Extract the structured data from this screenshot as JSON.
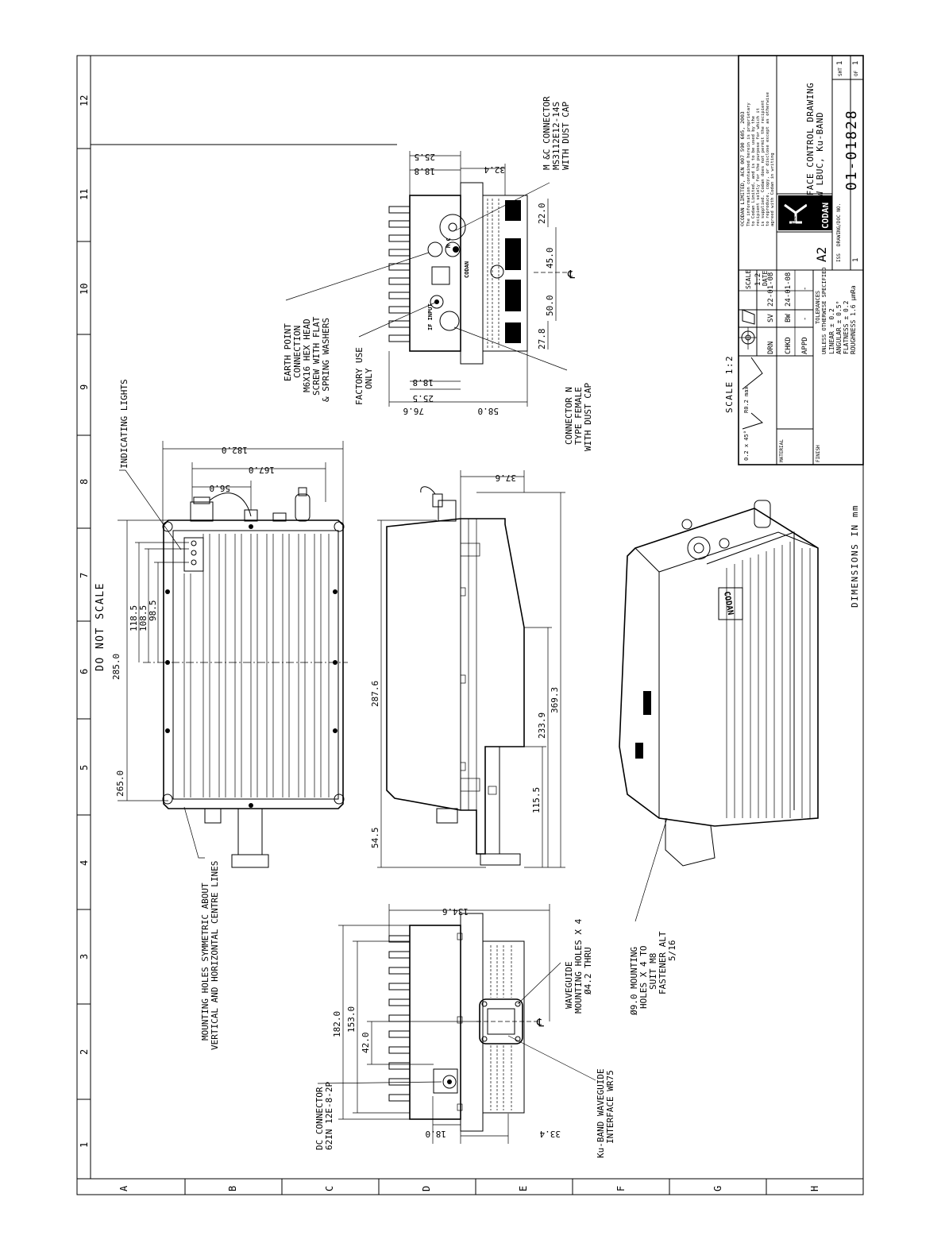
{
  "border": {
    "numbers": [
      "1",
      "2",
      "3",
      "4",
      "5",
      "6",
      "7",
      "8",
      "9",
      "10",
      "11",
      "12"
    ],
    "letters": [
      "A",
      "B",
      "C",
      "D",
      "E",
      "F",
      "G",
      "H"
    ]
  },
  "notes": {
    "do_not_scale": "DO NOT SCALE",
    "dimensions": "DIMENSIONS IN mm",
    "scale_note": "SCALE  1:2",
    "centre_symbol": "℄"
  },
  "top_view": {
    "dims": [
      "285.0",
      "265.0",
      "118.5",
      "108.5",
      "98.5",
      "182.0",
      "167.0",
      "56.0"
    ],
    "callouts": [
      "INDICATING LIGHTS",
      "MOUNTING HOLES SYMMETRIC ABOUT",
      "VERTICAL AND HORIZONTAL CENTRE LINES"
    ]
  },
  "side_view": {
    "dims": [
      "287.6",
      "54.5",
      "115.5",
      "233.9",
      "369.3",
      "37.6"
    ]
  },
  "end_view_connectors": {
    "dims": [
      "25.5",
      "18.8",
      "32.4",
      "22.0",
      "45.0",
      "50.0",
      "27.8",
      "18.8",
      "25.5",
      "76.6",
      "58.0"
    ],
    "callouts": [
      [
        "M &C CONNECTOR",
        "MS3112E12-14S",
        "WITH DUST CAP"
      ],
      [
        "EARTH POINT",
        "CONNECTION",
        "M6X16 HEX HEAD",
        "SCREW WITH FLAT",
        "& SPRING WASHERS"
      ],
      [
        "FACTORY USE",
        "ONLY"
      ],
      [
        "CONNECTOR N",
        "TYPE FEMALE",
        "WITH DUST CAP"
      ]
    ],
    "panel_labels": [
      "M C",
      "IF INPUT",
      "CODAN"
    ]
  },
  "end_view_waveguide": {
    "dims": [
      "134.6",
      "182.0",
      "153.0",
      "42.0",
      "18.0",
      "33.4"
    ],
    "callouts": [
      [
        "WAVEGUIDE",
        "MOUNTING HOLES X 4",
        "Ø4.2 THRU"
      ],
      [
        "DC CONNECTOR",
        "62IN 12E-8-2P"
      ],
      [
        "Ku-BAND WAVEGUIDE",
        "INTERFACE WR75"
      ]
    ]
  },
  "iso_view": {
    "callout": [
      "Ø9.0 MOUNTING",
      "HOLES X 4 TO",
      "SUIT M8",
      "FASTENER ALT",
      "5/16"
    ]
  },
  "title_block": {
    "copyright": "©CODAN LIMITED, ACN 007 590 605, 2003",
    "proprietary": [
      "The information contained herein is proprietary",
      "to Codan Limited, and is to be used by the",
      "recipient solely for the purpose for which it",
      "is supplied. Codan does not permit the recipient",
      "to reproduce, copy, or disclose except as otherwise",
      "agreed with Codan in writing"
    ],
    "company": "CODAN",
    "size": "A2",
    "title_label": "TITLE",
    "title_line1": "INTERFACE CONTROL DRAWING",
    "title_line2": "25W LBUC, Ku-BAND",
    "scale_label": "SCALE",
    "scale_value": "1:2",
    "date_label": "DATE",
    "drn_label": "DRN",
    "drn_by": "SV",
    "drn_date": "22-01-08",
    "chkd_label": "CHKD",
    "chkd_by": "BW",
    "chkd_date": "24-01-08",
    "appd_label": "APPD",
    "appd_by": "-",
    "appd_date": "-",
    "tolerances_title": "TOLERANCES",
    "tolerances_sub": "UNLESS OTHERWISE SPECIFIED",
    "tolerances": [
      "LINEAR  ± 0.2",
      "ANGULAR ± 0.5°",
      "FLATNESS ± 0.2",
      "ROUGHNESS 1.6 μmRa"
    ],
    "edge_note": "0.2 x 45°",
    "radius_note": "R0.2 max",
    "material_label": "MATERIAL",
    "finish_label": "FINISH",
    "iss_label": "ISS",
    "iss_value": "1",
    "doc_label": "DRAWING/DOC NO.",
    "doc_number": "01-01828",
    "sht_label": "SHT",
    "sht_value": "1",
    "of_label": "OF",
    "of_value": "1"
  }
}
